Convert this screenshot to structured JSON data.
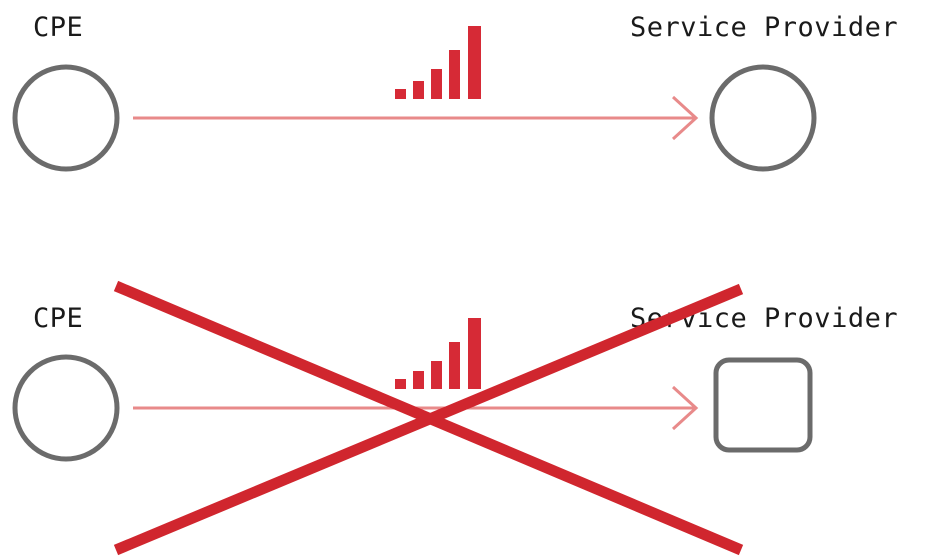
{
  "scenarios": [
    {
      "cpe_label": "CPE",
      "provider_label": "Service Provider",
      "cpe_shape": "circle",
      "provider_shape": "circle",
      "crossed_out": false
    },
    {
      "cpe_label": "CPE",
      "provider_label": "Service Provider",
      "cpe_shape": "circle",
      "provider_shape": "rounded-square",
      "crossed_out": true
    }
  ],
  "icons": {
    "signal": "signal-strength-icon",
    "arrow": "arrow-right-icon",
    "cross": "cross-out-icon"
  },
  "colors": {
    "node_stroke": "#6b6b6b",
    "arrow": "#e88a8a",
    "signal_bars": "#d62a36",
    "cross": "#d0262e",
    "text": "#1a1a1a"
  }
}
